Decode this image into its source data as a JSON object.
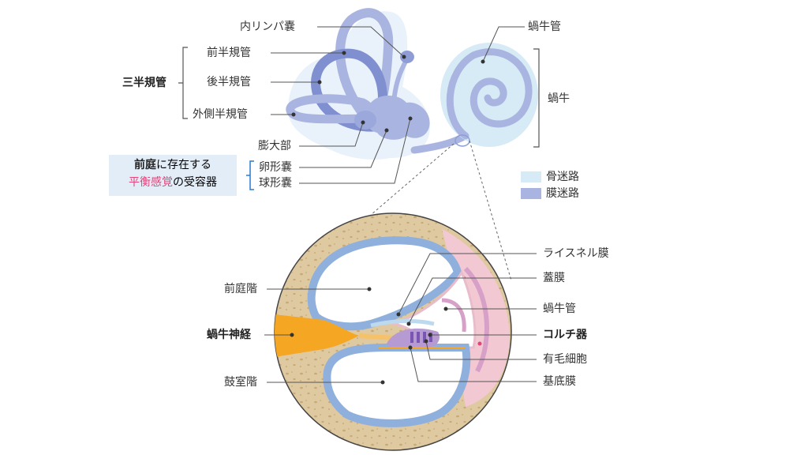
{
  "labels": {
    "endolymph_sac": "内リンパ嚢",
    "anterior_canal": "前半規管",
    "posterior_canal": "後半規管",
    "lateral_canal": "外側半規管",
    "semicircular_canals": "三半規管",
    "ampulla": "膨大部",
    "utricle": "卵形嚢",
    "saccule": "球形嚢",
    "cochlear_duct_top": "蝸牛管",
    "cochlea": "蝸牛",
    "vestibule_note_1a": "前庭",
    "vestibule_note_1b": "に存在する",
    "vestibule_note_2a": "平衡感覚",
    "vestibule_note_2b": "の受容器",
    "scala_vestibuli": "前庭階",
    "cochlear_nerve": "蝸牛神経",
    "scala_tympani": "鼓室階",
    "reissner": "ライスネル膜",
    "tectorial": "蓋膜",
    "cochlear_duct": "蝸牛管",
    "organ_of_corti": "コルチ器",
    "hair_cells": "有毛細胞",
    "basilar": "基底膜"
  },
  "legend": [
    {
      "label": "骨迷路",
      "color": "#d6ebf6"
    },
    {
      "label": "膜迷路",
      "color": "#a9b5e0"
    }
  ],
  "colors": {
    "membranous": "#a9b5e0",
    "bony": "#d6ebf6",
    "bone": "#dfc9a0",
    "nerve": "#f5a623",
    "accent": "#e0457a"
  }
}
